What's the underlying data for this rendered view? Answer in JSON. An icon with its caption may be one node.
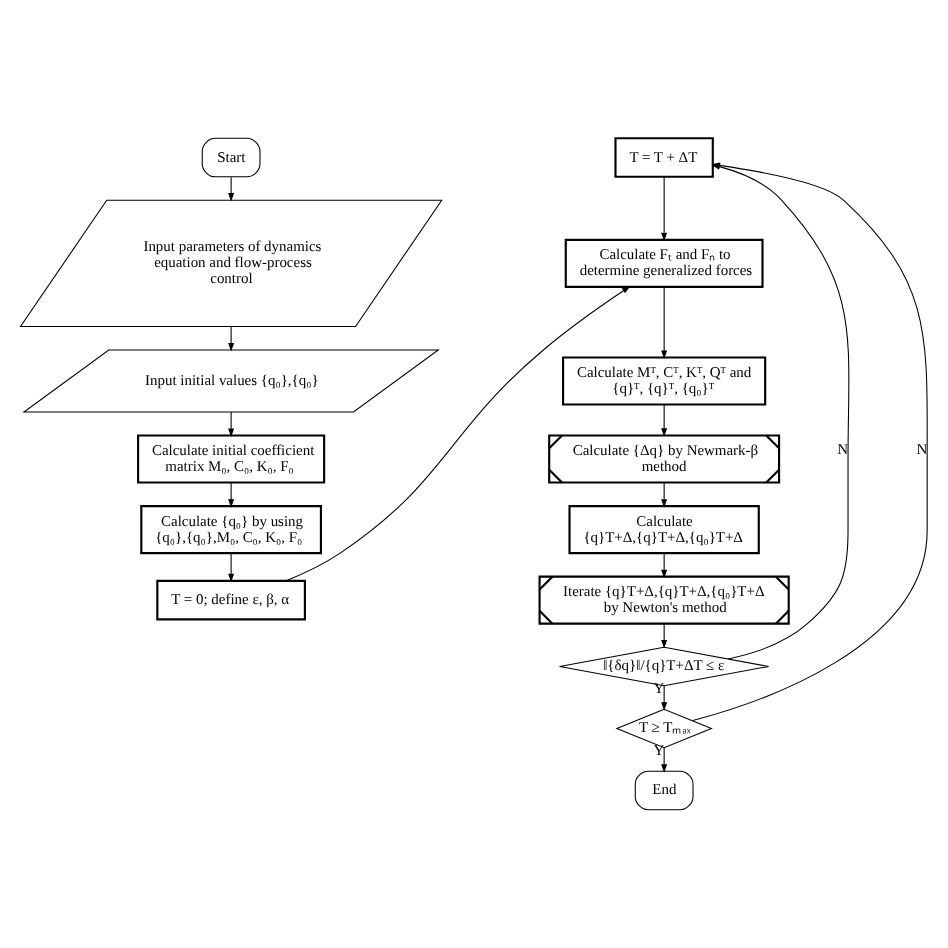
{
  "diagram": {
    "nodes": [
      {
        "text": [
          "Start"
        ]
      },
      {
        "text": [
          "Input parameters of dynamics equation and flow-process control"
        ]
      },
      {
        "text": [
          "Input initial values {q₀},{q₀}"
        ]
      },
      {
        "text": [
          "Calculate initial coefficient matrix M₀, C₀, K₀, F₀"
        ]
      },
      {
        "text": [
          "Calculate {q₀} by using {q₀},{q₀},M₀, C₀, K₀, F₀"
        ]
      },
      {
        "text": [
          "T = 0; define ε, β, α"
        ]
      },
      {
        "text": [
          "T = T + ΔT"
        ]
      },
      {
        "text": [
          "Calculate Fₜ and Fₙ to determine generalized forces"
        ]
      },
      {
        "text": [
          "Calculate Mᵀ, Cᵀ, Kᵀ, Qᵀ and {q}ᵀ, {q}ᵀ, {q₀}ᵀ"
        ]
      },
      {
        "text": [
          "Calculate {Δq} by Newmark-β method"
        ]
      },
      {
        "text": [
          "Calculate {q}T+Δ,{q}T+Δ,{q₀}T+Δ"
        ]
      },
      {
        "text": [
          "Iterate {q}T+Δ,{q}T+Δ,{q₀}T+Δ by Newton's method"
        ]
      },
      {
        "text": [
          "‖{δq}‖/{q}T+ΔT ≤ ε"
        ]
      },
      {
        "text": [
          "T ≥ Tₘₐₓ"
        ]
      },
      {
        "text": [
          "End"
        ]
      }
    ],
    "edges": [
      {
        "from": 0,
        "to": 1,
        "arrow": "to"
      },
      {
        "from": 1,
        "to": 2,
        "arrow": "to"
      },
      {
        "from": 2,
        "to": 3,
        "arrow": "to"
      },
      {
        "from": 3,
        "to": 4,
        "arrow": "to"
      },
      {
        "from": 4,
        "to": 5,
        "arrow": "to"
      },
      {
        "from": 5,
        "to": 7,
        "arrow": "to"
      },
      {
        "from": 6,
        "to": 7,
        "arrow": "to"
      },
      {
        "from": 7,
        "to": 8,
        "arrow": "to"
      },
      {
        "from": 8,
        "to": 9,
        "arrow": "to"
      },
      {
        "from": 9,
        "to": 10,
        "arrow": "to"
      },
      {
        "from": 10,
        "to": 11,
        "arrow": "to"
      },
      {
        "from": 11,
        "to": 12,
        "arrow": "to"
      },
      {
        "from": 12,
        "to": 13,
        "label": "Y",
        "arrow": "to"
      },
      {
        "from": 13,
        "to": 14,
        "label": "Y",
        "arrow": "to"
      },
      {
        "from": 12,
        "to": 6,
        "label": "N",
        "arrow": "to"
      },
      {
        "from": 13,
        "to": 6,
        "label": "N",
        "arrow": "to"
      }
    ]
  }
}
